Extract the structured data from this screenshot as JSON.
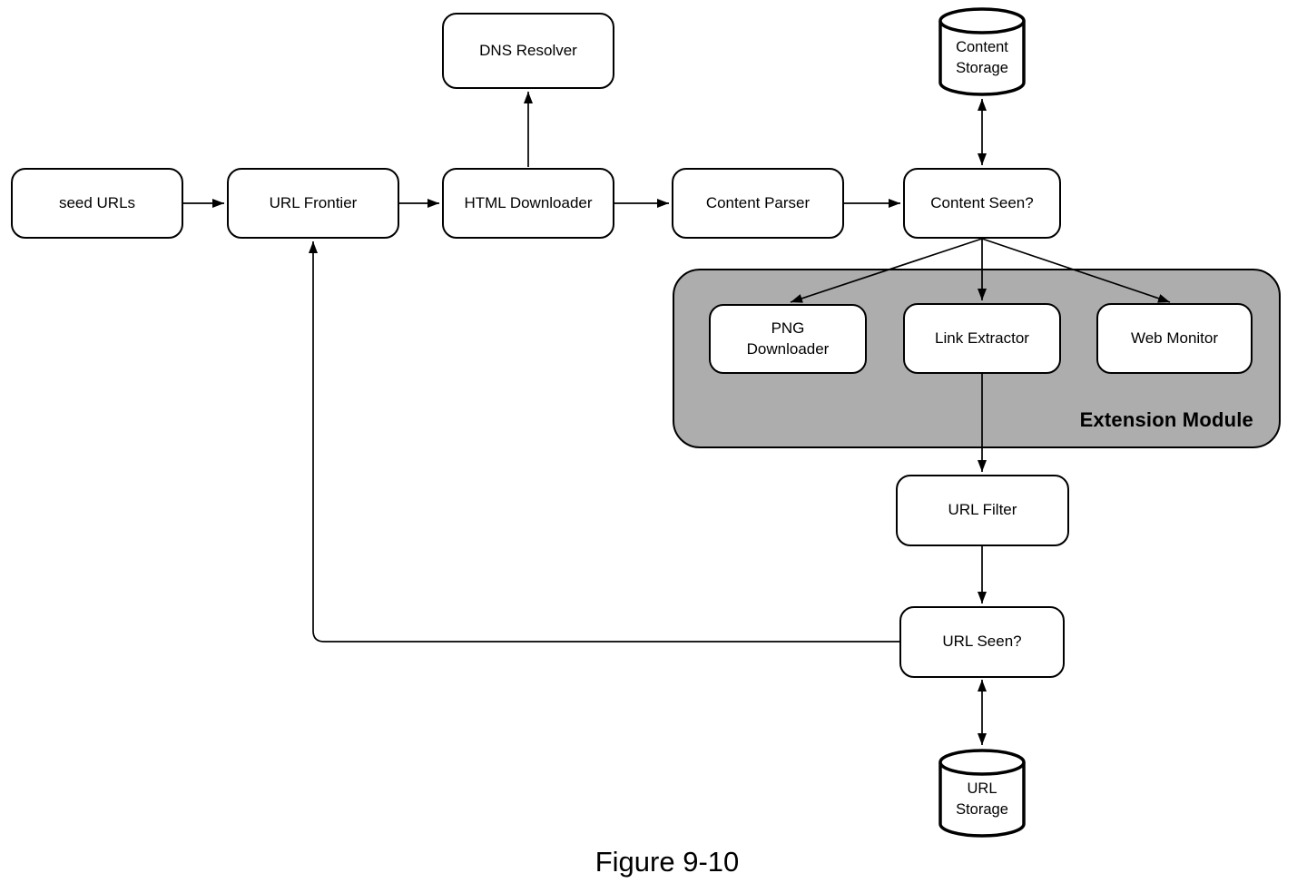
{
  "diagram": {
    "caption": "Figure 9-10",
    "colors": {
      "extension_module_fill": "#adadad",
      "node_fill": "#ffffff",
      "line": "#000000"
    },
    "nodes": {
      "seed_urls": {
        "label": "seed URLs"
      },
      "url_frontier": {
        "label": "URL Frontier"
      },
      "dns_resolver": {
        "label": "DNS Resolver"
      },
      "html_downloader": {
        "label": "HTML Downloader"
      },
      "content_parser": {
        "label": "Content Parser"
      },
      "content_seen": {
        "label": "Content Seen?"
      },
      "content_storage": {
        "label": "Content\nStorage"
      },
      "png_downloader": {
        "label": "PNG\nDownloader"
      },
      "link_extractor": {
        "label": "Link Extractor"
      },
      "web_monitor": {
        "label": "Web Monitor"
      },
      "url_filter": {
        "label": "URL Filter"
      },
      "url_seen": {
        "label": "URL Seen?"
      },
      "url_storage": {
        "label": "URL\nStorage"
      }
    },
    "groups": {
      "extension_module": {
        "label": "Extension Module"
      }
    },
    "edges": [
      {
        "from": "seed_urls",
        "to": "url_frontier",
        "direction": "one-way"
      },
      {
        "from": "url_frontier",
        "to": "html_downloader",
        "direction": "one-way"
      },
      {
        "from": "html_downloader",
        "to": "dns_resolver",
        "direction": "one-way"
      },
      {
        "from": "html_downloader",
        "to": "content_parser",
        "direction": "one-way"
      },
      {
        "from": "content_parser",
        "to": "content_seen",
        "direction": "one-way"
      },
      {
        "from": "content_seen",
        "to": "content_storage",
        "direction": "two-way"
      },
      {
        "from": "content_seen",
        "to": "png_downloader",
        "direction": "one-way"
      },
      {
        "from": "content_seen",
        "to": "link_extractor",
        "direction": "one-way"
      },
      {
        "from": "content_seen",
        "to": "web_monitor",
        "direction": "one-way"
      },
      {
        "from": "link_extractor",
        "to": "url_filter",
        "direction": "one-way"
      },
      {
        "from": "url_filter",
        "to": "url_seen",
        "direction": "one-way"
      },
      {
        "from": "url_seen",
        "to": "url_storage",
        "direction": "two-way"
      },
      {
        "from": "url_seen",
        "to": "url_frontier",
        "direction": "one-way"
      }
    ]
  }
}
